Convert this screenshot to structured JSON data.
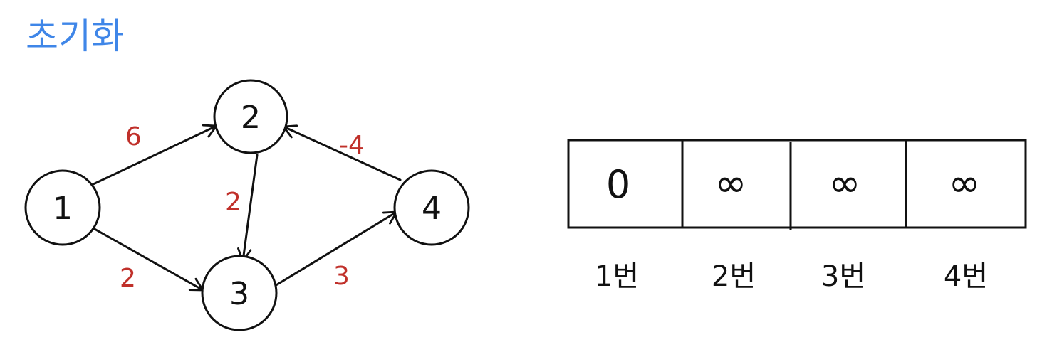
{
  "title": "초기화",
  "colors": {
    "title": "#3f86e8",
    "weight": "#c0302a",
    "ink": "#111111"
  },
  "graph": {
    "nodes": [
      {
        "id": "1",
        "label": "1"
      },
      {
        "id": "2",
        "label": "2"
      },
      {
        "id": "3",
        "label": "3"
      },
      {
        "id": "4",
        "label": "4"
      }
    ],
    "edges": [
      {
        "from": "1",
        "to": "2",
        "weight": "6"
      },
      {
        "from": "1",
        "to": "3",
        "weight": "2"
      },
      {
        "from": "2",
        "to": "3",
        "weight": "2"
      },
      {
        "from": "3",
        "to": "4",
        "weight": "3"
      },
      {
        "from": "4",
        "to": "2",
        "weight": "-4"
      }
    ]
  },
  "distance_table": {
    "cells": [
      {
        "value": "0",
        "caption": "1번"
      },
      {
        "value": "∞",
        "caption": "2번"
      },
      {
        "value": "∞",
        "caption": "3번"
      },
      {
        "value": "∞",
        "caption": "4번"
      }
    ]
  }
}
